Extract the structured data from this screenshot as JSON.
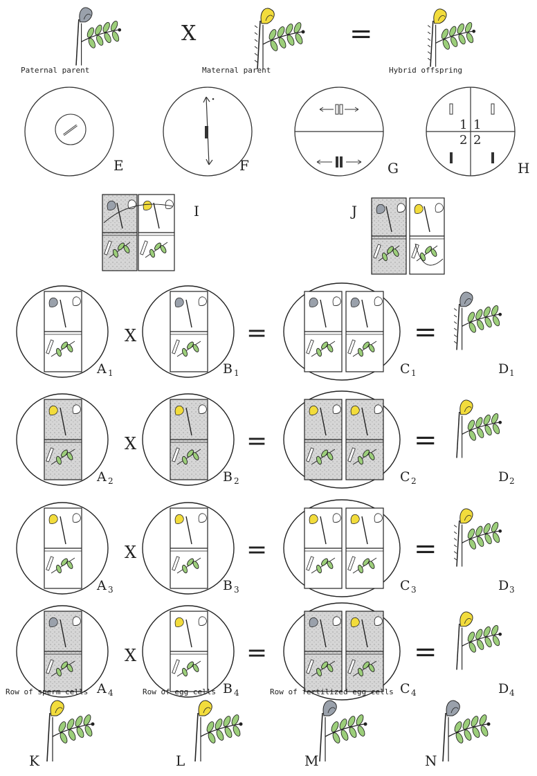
{
  "top_row": {
    "paternal_label": "Paternal parent",
    "maternal_label": "Maternal parent",
    "hybrid_label": "Hybrid offspring",
    "cross_symbol": "X",
    "equals_symbol": "="
  },
  "cells": {
    "E": "E",
    "F": "F",
    "G": "G",
    "H": "H",
    "H_quadrants": [
      "1",
      "1",
      "2",
      "2"
    ]
  },
  "blocks": {
    "I": "I",
    "J": "J"
  },
  "rows": [
    {
      "a": "A",
      "b": "B",
      "c": "C",
      "d": "D",
      "sub": "1",
      "op1": "X",
      "op2": "=",
      "op3": "="
    },
    {
      "a": "A",
      "b": "B",
      "c": "C",
      "d": "D",
      "sub": "2",
      "op1": "X",
      "op2": "=",
      "op3": "="
    },
    {
      "a": "A",
      "b": "B",
      "c": "C",
      "d": "D",
      "sub": "3",
      "op1": "X",
      "op2": "=",
      "op3": "="
    },
    {
      "a": "A",
      "b": "B",
      "c": "C",
      "d": "D",
      "sub": "4",
      "op1": "X",
      "op2": "=",
      "op3": "="
    }
  ],
  "row_captions": {
    "sperm": "Row of sperm cells",
    "egg": "Row of egg cells",
    "fertilized": "Row of fertilized egg cells"
  },
  "bottom_labels": [
    "K",
    "L",
    "M",
    "N"
  ],
  "colors": {
    "yellow_flower": "#f2dc3c",
    "gray_flower": "#9aa1ab",
    "leaf_green": "#9cce7a",
    "stipple": "#cfcfcf",
    "ink": "#222222"
  }
}
